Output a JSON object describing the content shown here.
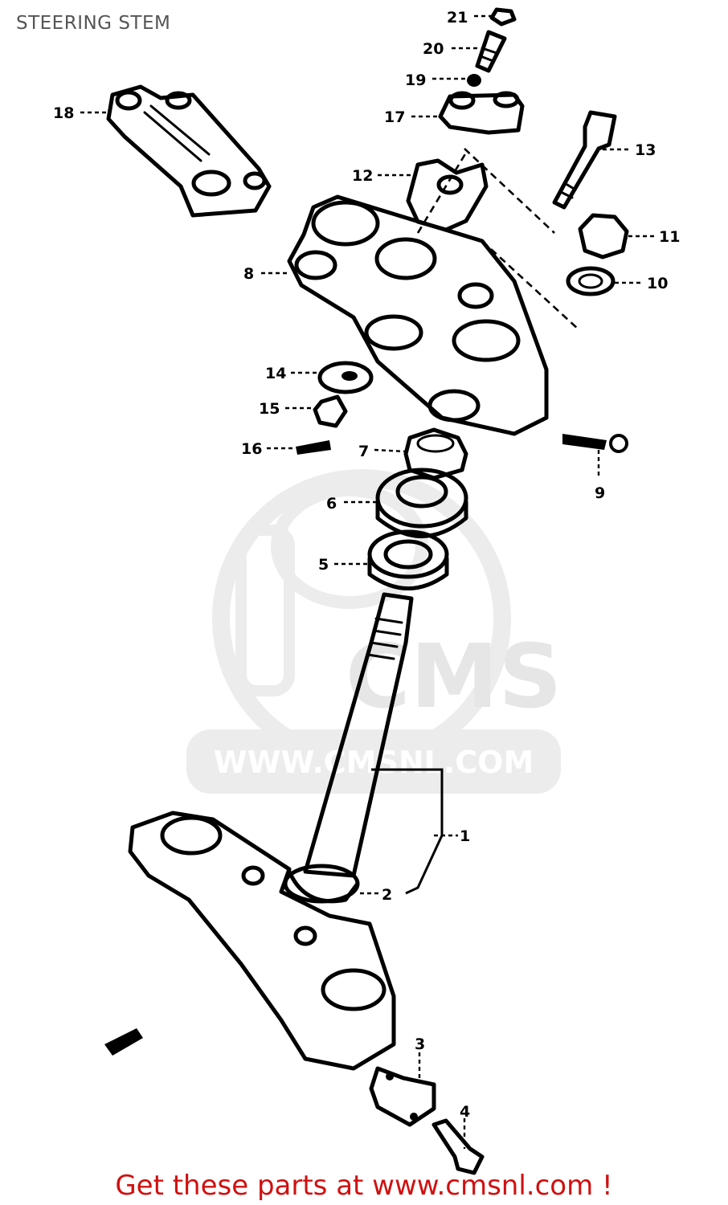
{
  "header": {
    "title": "STEERING STEM"
  },
  "watermark": {
    "brand": "CMS",
    "url": "WWW.CMSNL.COM"
  },
  "callouts": [
    "1",
    "2",
    "3",
    "4",
    "5",
    "6",
    "7",
    "8",
    "9",
    "10",
    "11",
    "12",
    "13",
    "14",
    "15",
    "16",
    "17",
    "18",
    "19",
    "20",
    "21"
  ],
  "footer": {
    "cta": "Get these parts at www.cmsnl.com !"
  },
  "colors": {
    "cta": "#d01010",
    "watermark": "#e6e6e6",
    "ink": "#000000"
  }
}
